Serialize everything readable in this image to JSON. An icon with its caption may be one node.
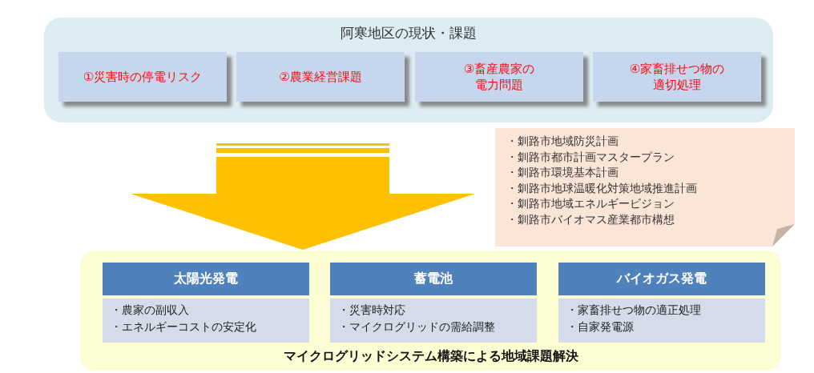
{
  "diagram": {
    "nodes": [
      {
        "text": [
          "阿寒地区の現状・課題"
        ]
      },
      {
        "text": [
          "①災害時の停電リスク"
        ],
        "in": 0
      },
      {
        "text": [
          "②農業経営課題"
        ],
        "in": 0
      },
      {
        "text": [
          "③畜産農家の電力問題"
        ],
        "in": 0
      },
      {
        "text": [
          "④家畜排せつ物の適切処理"
        ],
        "in": 0
      },
      {
        "text": [
          "・釧路市地域防災計画",
          "・釧路市都市計画マスタープラン",
          "・釧路市環境基本計画",
          "・釧路市地球温暖化対策地域推進計画",
          "・釧路市地域エネルギービジョン",
          "・釧路市バイオマス産業都市構想"
        ]
      },
      {
        "text": [
          "マイクログリッドシステム構築による地域課題解決"
        ]
      },
      {
        "text": [
          "太陽光発電"
        ],
        "in": 6
      },
      {
        "text": [
          "・農家の副収入",
          "・エネルギーコストの安定化"
        ],
        "in": 6
      },
      {
        "text": [
          "蓄電池"
        ],
        "in": 6
      },
      {
        "text": [
          "・災害時対応",
          "・マイクログリッドの需給調整"
        ],
        "in": 6
      },
      {
        "text": [
          "バイオガス発電"
        ],
        "in": 6
      },
      {
        "text": [
          "・家畜排せつ物の適正処理",
          "・自家発電源"
        ],
        "in": 6
      }
    ],
    "edges": [
      {
        "from": 0,
        "to": 6,
        "arrow": "to",
        "style": "thick"
      }
    ]
  }
}
